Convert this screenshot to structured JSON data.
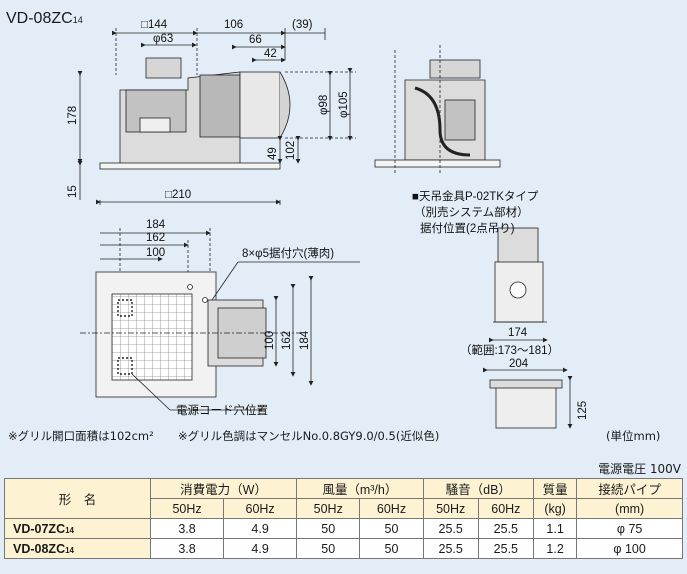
{
  "title": {
    "model": "VD-08ZC",
    "suffix": "14"
  },
  "front_view": {
    "dims": {
      "d144": "□144",
      "d106": "106",
      "d39": "(39)",
      "d63": "φ63",
      "d66": "66",
      "d42": "42",
      "d178": "178",
      "d98": "φ98",
      "d105": "φ105",
      "d49": "49",
      "d102": "102",
      "d15": "15",
      "d210": "□210"
    }
  },
  "bracket": {
    "line1": "■天吊金具P-02TKタイプ",
    "line2": "（別売システム部材）",
    "line3": "据付位置(2点吊り)",
    "d174": "174",
    "range": "（範囲:173～181）",
    "d204": "204",
    "d125": "125"
  },
  "plan_view": {
    "d184": "184",
    "d162": "162",
    "d100": "100",
    "hole_label": "8×φ5据付穴(薄肉)",
    "v100": "100",
    "v162": "162",
    "v184": "184",
    "cord_label": "電源コード穴位置"
  },
  "notes": {
    "grille_area": "※グリル開口面積は102cm²",
    "grille_color": "※グリル色調はマンセルNo.0.8GY9.0/0.5(近似色)",
    "unit": "(単位mm)"
  },
  "voltage": "電源電圧 100V",
  "table": {
    "h_model": "形　名",
    "h_power": "消費電力（W）",
    "h_air": "風量（m³/h）",
    "h_noise": "騒音（dB）",
    "h_mass": "質量",
    "h_mass_unit": "(kg)",
    "h_pipe": "接続パイプ",
    "h_pipe_unit": "(mm)",
    "hz50": "50Hz",
    "hz60": "60Hz",
    "rows": [
      {
        "model": "VD-07ZC",
        "suffix": "14",
        "p50": "3.8",
        "p60": "4.9",
        "a50": "50",
        "a60": "50",
        "n50": "25.5",
        "n60": "25.5",
        "mass": "1.1",
        "pipe": "φ 75"
      },
      {
        "model": "VD-08ZC",
        "suffix": "14",
        "p50": "3.8",
        "p60": "4.9",
        "a50": "50",
        "a60": "50",
        "n50": "25.5",
        "n60": "25.5",
        "mass": "1.2",
        "pipe": "φ 100"
      }
    ]
  }
}
